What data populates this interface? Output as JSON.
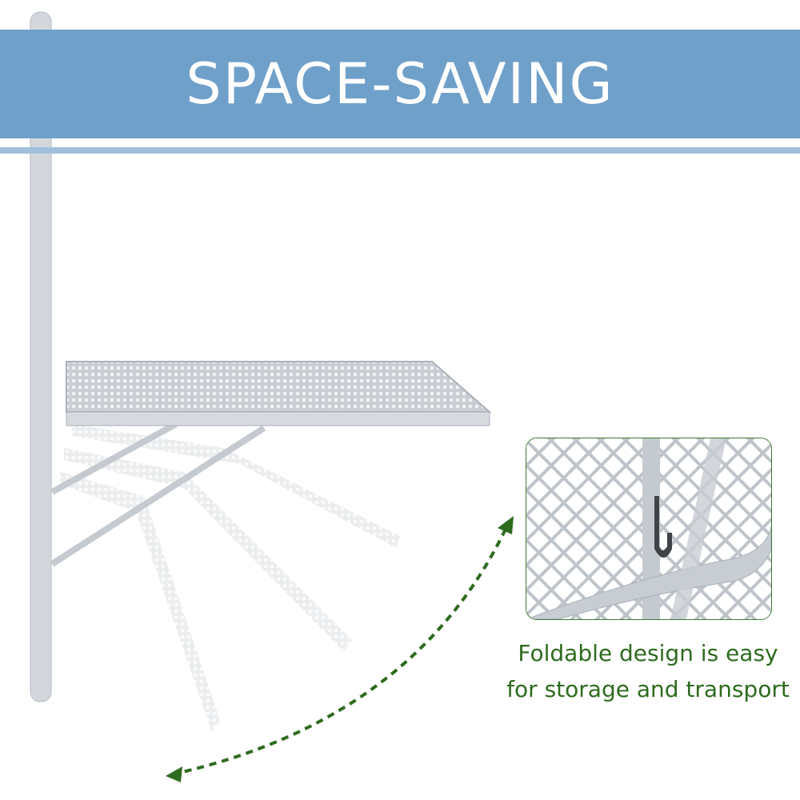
{
  "banner": {
    "title": "SPACE-SAVING"
  },
  "caption": {
    "line1": "Foldable design is easy",
    "line2": "for storage and transport"
  },
  "colors": {
    "banner": "#6FA0CA",
    "stripe": "#A0C0DD",
    "accent_green": "#2E6B1E",
    "metal": "#C8CDD3"
  },
  "icons": {
    "fold_arrow": "double-headed-dashed-arc-arrow",
    "hook": "hook-icon"
  }
}
